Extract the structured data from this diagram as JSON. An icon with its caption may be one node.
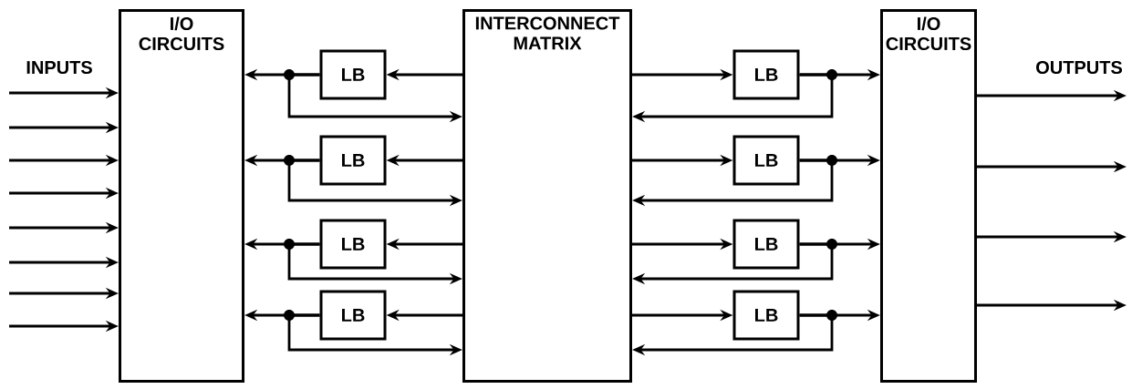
{
  "diagram": {
    "nodes": [
      {
        "text": [
          "I/O CIRCUITS"
        ]
      },
      {
        "text": [
          "INTERCONNECT MATRIX"
        ]
      },
      {
        "text": [
          "I/O CIRCUITS"
        ]
      },
      {
        "text": [
          "LB"
        ]
      },
      {
        "text": [
          "LB"
        ]
      },
      {
        "text": [
          "LB"
        ]
      },
      {
        "text": [
          "LB"
        ]
      },
      {
        "text": [
          "LB"
        ]
      },
      {
        "text": [
          "LB"
        ]
      },
      {
        "text": [
          "LB"
        ]
      },
      {
        "text": [
          "LB"
        ]
      }
    ],
    "edges": [
      {
        "from": null,
        "to": 0,
        "arrow": "to"
      },
      {
        "from": null,
        "to": 0,
        "arrow": "to"
      },
      {
        "from": null,
        "to": 0,
        "arrow": "to"
      },
      {
        "from": null,
        "to": 0,
        "arrow": "to"
      },
      {
        "from": null,
        "to": 0,
        "arrow": "to"
      },
      {
        "from": null,
        "to": 0,
        "arrow": "to"
      },
      {
        "from": null,
        "to": 0,
        "arrow": "to"
      },
      {
        "from": null,
        "to": 0,
        "arrow": "to"
      },
      {
        "from": 1,
        "to": 3,
        "arrow": "to"
      },
      {
        "from": 3,
        "to": 0,
        "arrow": "to"
      },
      {
        "from": 3,
        "to": 1,
        "arrow": "to"
      },
      {
        "from": 1,
        "to": 4,
        "arrow": "to"
      },
      {
        "from": 4,
        "to": 0,
        "arrow": "to"
      },
      {
        "from": 4,
        "to": 1,
        "arrow": "to"
      },
      {
        "from": 1,
        "to": 5,
        "arrow": "to"
      },
      {
        "from": 5,
        "to": 0,
        "arrow": "to"
      },
      {
        "from": 5,
        "to": 1,
        "arrow": "to"
      },
      {
        "from": 1,
        "to": 6,
        "arrow": "to"
      },
      {
        "from": 6,
        "to": 0,
        "arrow": "to"
      },
      {
        "from": 6,
        "to": 1,
        "arrow": "to"
      },
      {
        "from": 1,
        "to": 7,
        "arrow": "to"
      },
      {
        "from": 7,
        "to": 2,
        "arrow": "to"
      },
      {
        "from": 7,
        "to": 1,
        "arrow": "to"
      },
      {
        "from": 1,
        "to": 8,
        "arrow": "to"
      },
      {
        "from": 8,
        "to": 2,
        "arrow": "to"
      },
      {
        "from": 8,
        "to": 1,
        "arrow": "to"
      },
      {
        "from": 1,
        "to": 9,
        "arrow": "to"
      },
      {
        "from": 9,
        "to": 2,
        "arrow": "to"
      },
      {
        "from": 9,
        "to": 1,
        "arrow": "to"
      },
      {
        "from": 1,
        "to": 10,
        "arrow": "to"
      },
      {
        "from": 10,
        "to": 2,
        "arrow": "to"
      },
      {
        "from": 10,
        "to": 1,
        "arrow": "to"
      },
      {
        "from": 2,
        "to": null,
        "arrow": "to"
      },
      {
        "from": 2,
        "to": null,
        "arrow": "to"
      },
      {
        "from": 2,
        "to": null,
        "arrow": "to"
      },
      {
        "from": 2,
        "to": null,
        "arrow": "to"
      }
    ],
    "labels": [
      "INPUTS",
      "OUTPUTS"
    ]
  }
}
